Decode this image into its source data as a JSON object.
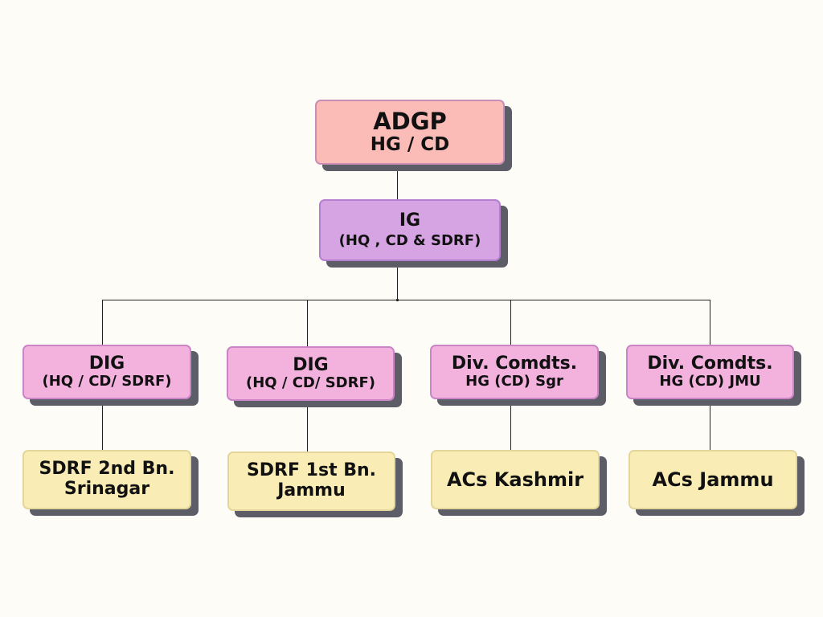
{
  "chart": {
    "root": {
      "title": "ADGP",
      "subtitle": "HG / CD"
    },
    "second": {
      "title": "IG",
      "subtitle": "(HQ , CD & SDRF)"
    },
    "branches": [
      {
        "title": "DIG",
        "subtitle": "(HQ / CD/ SDRF)",
        "child": {
          "line1": "SDRF 2nd Bn.",
          "line2": "Srinagar"
        }
      },
      {
        "title": "DIG",
        "subtitle": "(HQ / CD/ SDRF)",
        "child": {
          "line1": "SDRF 1st Bn.",
          "line2": "Jammu"
        }
      },
      {
        "title": "Div. Comdts.",
        "subtitle": "HG (CD) Sgr",
        "child": {
          "line1": "ACs Kashmir"
        }
      },
      {
        "title": "Div. Comdts.",
        "subtitle": "HG (CD) JMU",
        "child": {
          "line1": "ACs Jammu"
        }
      }
    ]
  },
  "colors": {
    "background": "#fdfcf7",
    "root_fill": "#fbbcb7",
    "second_fill": "#d7a4e3",
    "branch_fill": "#f2b2dd",
    "leaf_fill": "#f9ecb5",
    "shadow": "#5d5d68",
    "connector": "#222222"
  }
}
